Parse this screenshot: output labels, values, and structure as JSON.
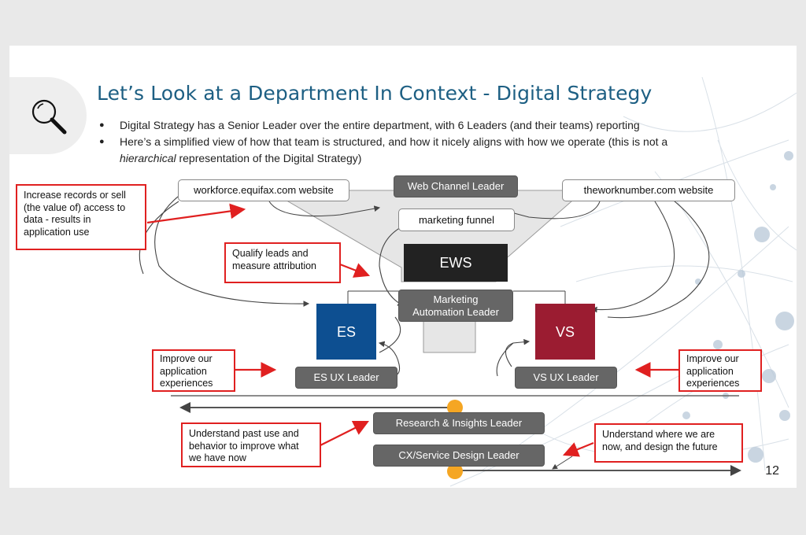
{
  "slide": {
    "title": "Let’s Look at a Department In Context - Digital Strategy",
    "bullet_1": "Digital Strategy has a Senior Leader over the entire department, with 6 Leaders (and their teams) reporting",
    "bullet_2_line": "Here’s a simplified view of how that team is structured, and how it nicely aligns with how we operate (this is not a",
    "bullet_2_emph": "hierarchical",
    "bullet_2_rest": " representation of the Digital Strategy)",
    "page_number": "12",
    "icon": "magnifier-icon"
  },
  "diagram": {
    "web_left": "workforce.equifax.com website",
    "web_right": "theworknumber.com website",
    "web_channel_leader": "Web Channel Leader",
    "marketing_funnel": "marketing funnel",
    "ews": "EWS",
    "marketing_automation_leader_1": "Marketing",
    "marketing_automation_leader_2": "Automation Leader",
    "es": "ES",
    "vs": "VS",
    "es_ux_leader": "ES UX Leader",
    "vs_ux_leader": "VS UX Leader",
    "research_insights_leader": "Research & Insights Leader",
    "cx_service_design_leader": "CX/Service Design Leader"
  },
  "notes": {
    "increase_records": [
      "Increase records or sell",
      "(the value of) access to",
      "data - results in",
      "application use"
    ],
    "qualify_leads": [
      "Qualify leads and",
      "measure attribution"
    ],
    "improve_left": [
      "Improve our",
      "application",
      "experiences"
    ],
    "improve_right": [
      "Improve our",
      "application",
      "experiences"
    ],
    "understand_past": [
      "Understand past use and",
      "behavior to improve what",
      "we have now"
    ],
    "understand_future": [
      "Understand where we are",
      "now, and design the future"
    ]
  },
  "colors": {
    "title": "#1d5f83",
    "ews": "#222222",
    "es": "#0d4f91",
    "vs": "#9b1c31",
    "leader_box": "#666666",
    "note_border": "#e02020",
    "timeline_dot": "#f5a623"
  }
}
